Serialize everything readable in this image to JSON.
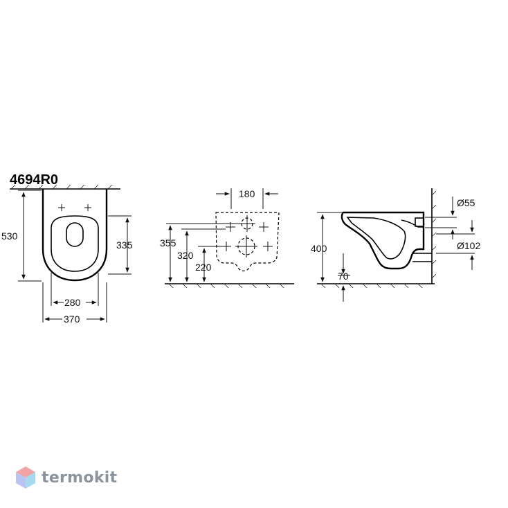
{
  "model_code": "4694R0",
  "front_view": {
    "height_label": "530",
    "outlet_height_label": "335",
    "inner_width_label": "280",
    "outer_width_label": "370"
  },
  "mounting_view": {
    "hole_spacing_label": "180",
    "dim_355_label": "355",
    "dim_320_label": "320",
    "dim_220_label": "220"
  },
  "side_view": {
    "height_label": "400",
    "inlet_diameter_label": "Ø55",
    "outlet_diameter_label": "Ø102",
    "offset_label": "70"
  },
  "watermark": {
    "brand": "termokit",
    "colors": [
      "#f2a3a3",
      "#b9c4f2",
      "#a8d8f0"
    ]
  }
}
